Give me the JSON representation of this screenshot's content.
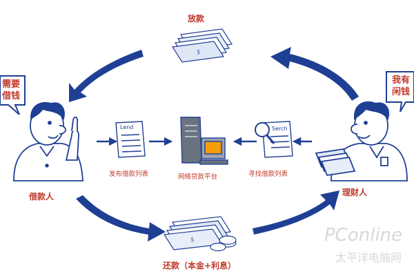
{
  "top_label": "放款",
  "bottom_label": "还款（本金+利息）",
  "borrower": {
    "label": "借款人",
    "bubble": [
      "需要",
      "借钱"
    ]
  },
  "lender": {
    "label": "理财人",
    "bubble": [
      "我有",
      "闲钱"
    ]
  },
  "center": {
    "platform_label": "网络贷款平台",
    "publish_label": "发布借款列表",
    "search_label": "寻找借款列表",
    "lend_doc_text": "Lend",
    "search_doc_text": "Serch"
  },
  "watermark": {
    "brand": "PConline",
    "tagline": "太平洋电脑网"
  },
  "colors": {
    "arrow": "#1f3f94",
    "label": "#c0392b",
    "bill": "#4a6fb5"
  }
}
